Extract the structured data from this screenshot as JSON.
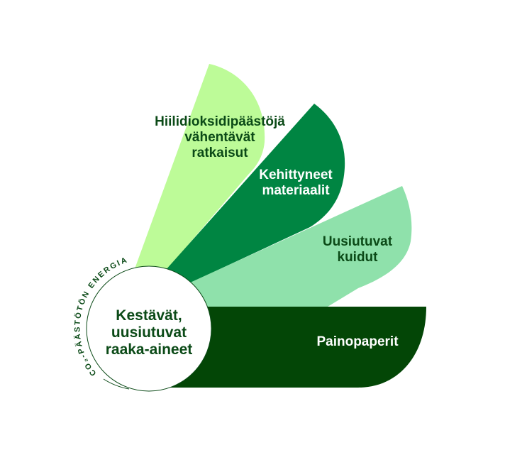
{
  "center": {
    "label_lines": [
      "Kestävät,",
      "uusiutuvat",
      "raaka-aineet"
    ],
    "ring_text": "CO₂-PÄÄSTÖTÖN ENERGIA"
  },
  "petals": [
    {
      "label_lines": [
        "Hiilidioksidipäästöjä",
        "vähentävät",
        "ratkaisut"
      ],
      "color": "#bdfb98"
    },
    {
      "label_lines": [
        "Kehittyneet",
        "materiaalit"
      ],
      "color": "#008542"
    },
    {
      "label_lines": [
        "Uusiutuvat",
        "kuidut"
      ],
      "color": "#8fe1ab"
    },
    {
      "label_lines": [
        "Painopaperit"
      ],
      "color": "#034606"
    }
  ]
}
